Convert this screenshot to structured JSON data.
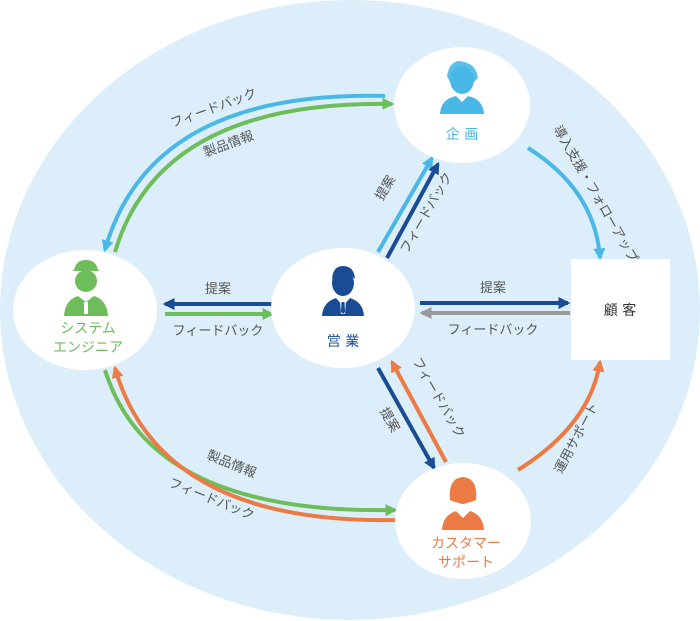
{
  "colors": {
    "background_ellipse": "#dceefa",
    "node_fill": "#ffffff",
    "sky": "#49b8e6",
    "green": "#6dbd5a",
    "navy": "#1a4c96",
    "orange": "#ec7a45",
    "gray": "#9a9a9a",
    "label_text": "#555555"
  },
  "nodes": {
    "planning": {
      "label": "企 画",
      "icon": "person-icon"
    },
    "sales": {
      "label": "営 業",
      "icon": "businessman-icon"
    },
    "engineer": {
      "label_line1": "システム",
      "label_line2": "エンジニア",
      "icon": "worker-cap-icon"
    },
    "support": {
      "label_line1": "カスタマー",
      "label_line2": "サポート",
      "icon": "woman-icon"
    },
    "customer": {
      "label": "顧 客"
    }
  },
  "edge_labels": {
    "eng_plan_feedback": "フィードバック",
    "eng_plan_product_info": "製品情報",
    "plan_customer": "導入支援・フォローアップ",
    "sales_plan_proposal": "提案",
    "sales_plan_feedback": "フィードバック",
    "sales_eng_proposal": "提案",
    "sales_eng_feedback": "フィードバック",
    "sales_customer_proposal": "提案",
    "sales_customer_feedback": "フィードバック",
    "sales_support_feedback": "フィードバック",
    "sales_support_proposal": "提案",
    "eng_support_product_info": "製品情報",
    "eng_support_feedback": "フィードバック",
    "support_customer": "運用サポート"
  }
}
